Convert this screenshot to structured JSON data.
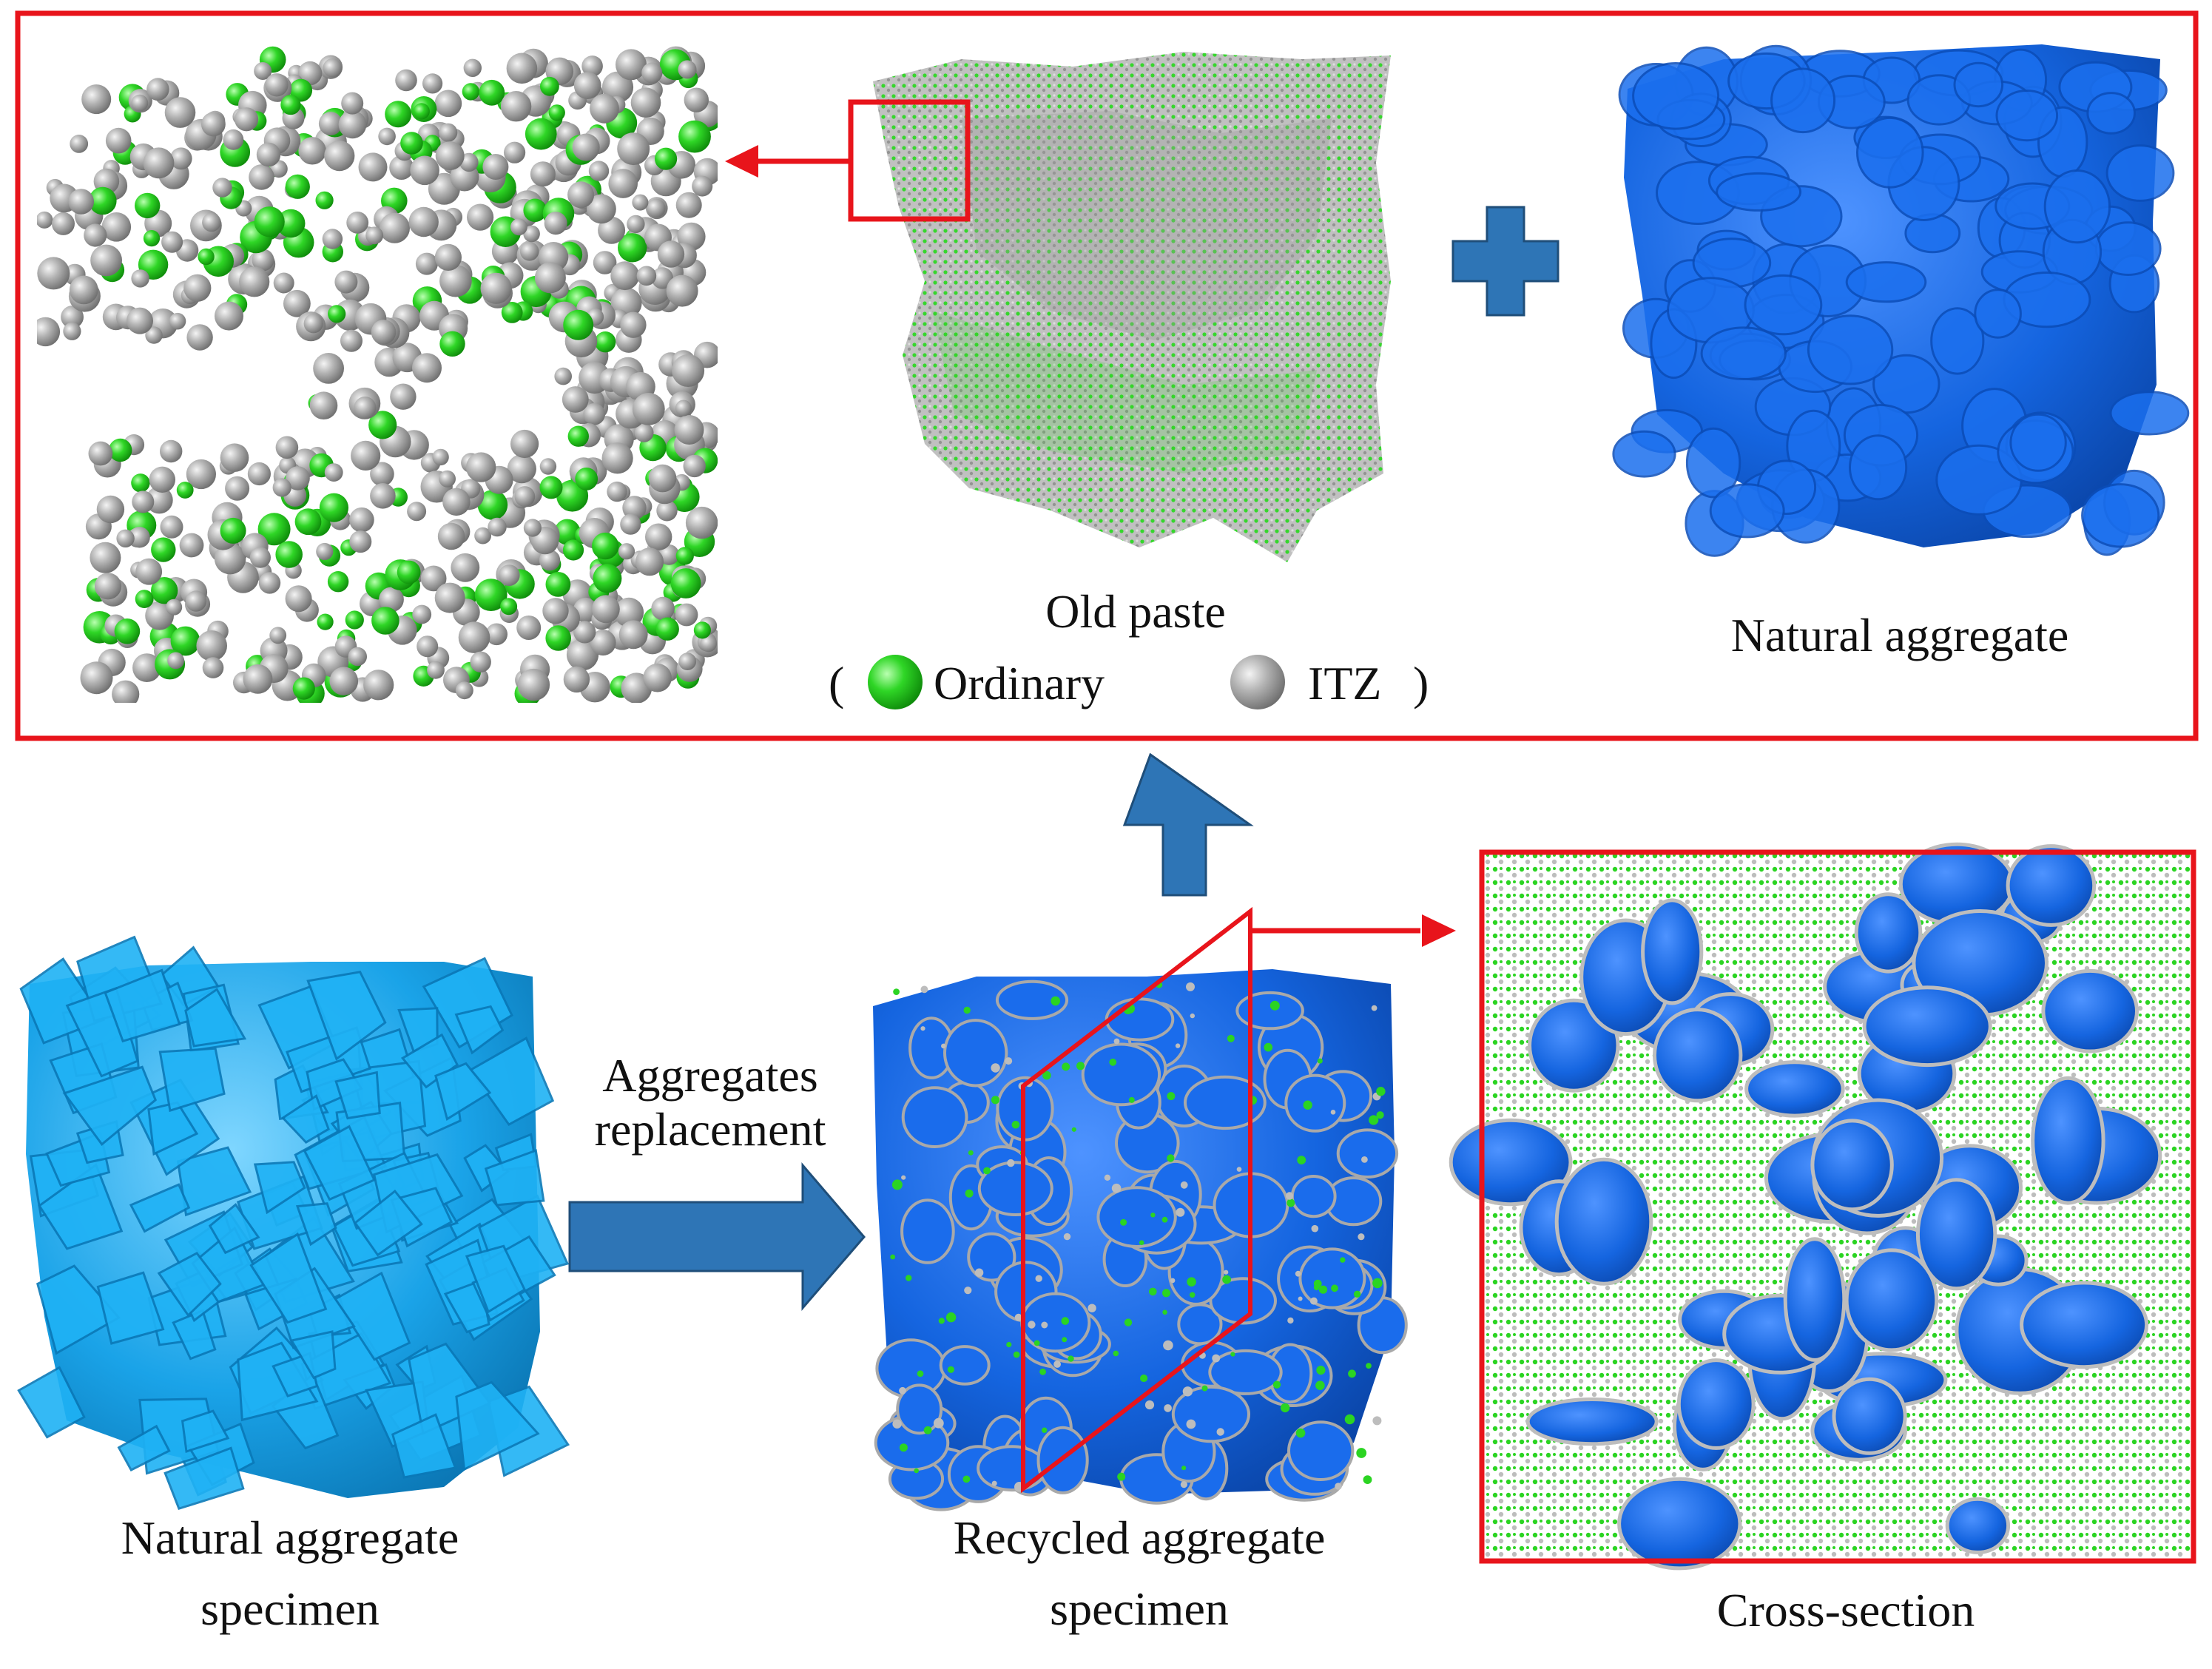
{
  "labels": {
    "old_paste": "Old paste",
    "legend_open": "(",
    "legend_ordinary": "Ordinary",
    "legend_itz": "ITZ",
    "legend_close": ")",
    "natural_aggregate": "Natural aggregate",
    "aggregates_replacement_line1": "Aggregates",
    "aggregates_replacement_line2": "replacement",
    "natural_specimen_line1": "Natural aggregate",
    "natural_specimen_line2": "specimen",
    "recycled_specimen_line1": "Recycled aggregate",
    "recycled_specimen_line2": "specimen",
    "cross_section": "Cross-section"
  },
  "colors": {
    "frame_red": "#e8141b",
    "arrow_blue": "#2e75b6",
    "arrow_blue_edge": "#1f4e79",
    "aggregate_blue": "#1565e0",
    "natural_cyan": "#1aa3e8",
    "ordinary_green": "#27d11f",
    "itz_gray": "#a9a9a9"
  },
  "icons": {
    "plus": "plus-icon",
    "up_arrow": "up-arrow-icon",
    "right_arrow": "right-arrow-icon"
  }
}
